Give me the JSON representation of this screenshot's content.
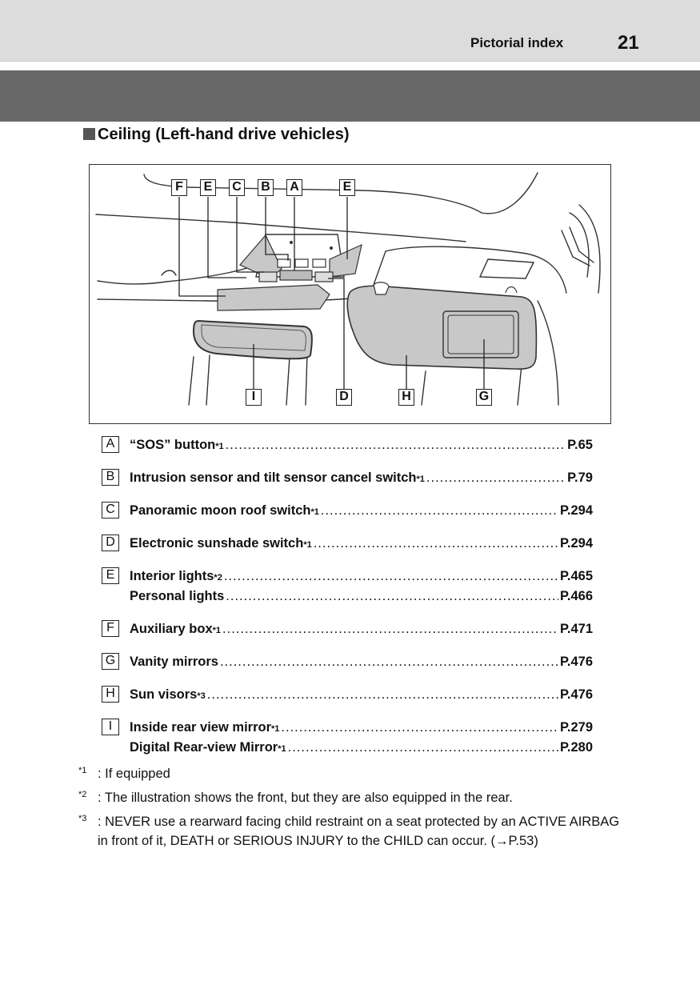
{
  "header": {
    "section": "Pictorial index",
    "page_number": "21"
  },
  "section_title": "Ceiling (Left-hand drive vehicles)",
  "figure_labels": {
    "top": [
      "F",
      "E",
      "C",
      "B",
      "A",
      "E"
    ],
    "bottom": [
      "I",
      "D",
      "H",
      "G"
    ]
  },
  "items": [
    {
      "letter": "A",
      "lines": [
        {
          "text": "“SOS” button",
          "sup": "*1",
          "page": "P.65"
        }
      ]
    },
    {
      "letter": "B",
      "lines": [
        {
          "text": "Intrusion sensor and tilt sensor cancel switch",
          "sup": "*1",
          "page": "P.79"
        }
      ]
    },
    {
      "letter": "C",
      "lines": [
        {
          "text": "Panoramic moon roof switch",
          "sup": "*1",
          "page": "P.294"
        }
      ]
    },
    {
      "letter": "D",
      "lines": [
        {
          "text": "Electronic sunshade switch",
          "sup": "*1",
          "page": "P.294"
        }
      ]
    },
    {
      "letter": "E",
      "lines": [
        {
          "text": "Interior lights",
          "sup": "*2",
          "page": "P.465"
        },
        {
          "text": "Personal lights",
          "sup": "",
          "page": "P.466"
        }
      ]
    },
    {
      "letter": "F",
      "lines": [
        {
          "text": "Auxiliary box",
          "sup": "*1",
          "page": "P.471"
        }
      ]
    },
    {
      "letter": "G",
      "lines": [
        {
          "text": "Vanity mirrors",
          "sup": "",
          "page": "P.476"
        }
      ]
    },
    {
      "letter": "H",
      "lines": [
        {
          "text": "Sun visors",
          "sup": "*3",
          "page": "P.476"
        }
      ]
    },
    {
      "letter": "I",
      "lines": [
        {
          "text": "Inside rear view mirror",
          "sup": "*1",
          "page": "P.279"
        },
        {
          "text": "Digital Rear-view Mirror",
          "sup": "*1",
          "page": "P.280"
        }
      ]
    }
  ],
  "notes": [
    {
      "mark": "*1",
      "text": ": If equipped"
    },
    {
      "mark": "*2",
      "text": ": The illustration shows the front, but they are also equipped in the rear."
    },
    {
      "mark": "*3",
      "text": ": NEVER use a rearward facing child restraint on a seat protected by an ACTIVE AIRBAG in front of it, DEATH or SERIOUS INJURY to the CHILD can occur. (→P.53)"
    }
  ]
}
